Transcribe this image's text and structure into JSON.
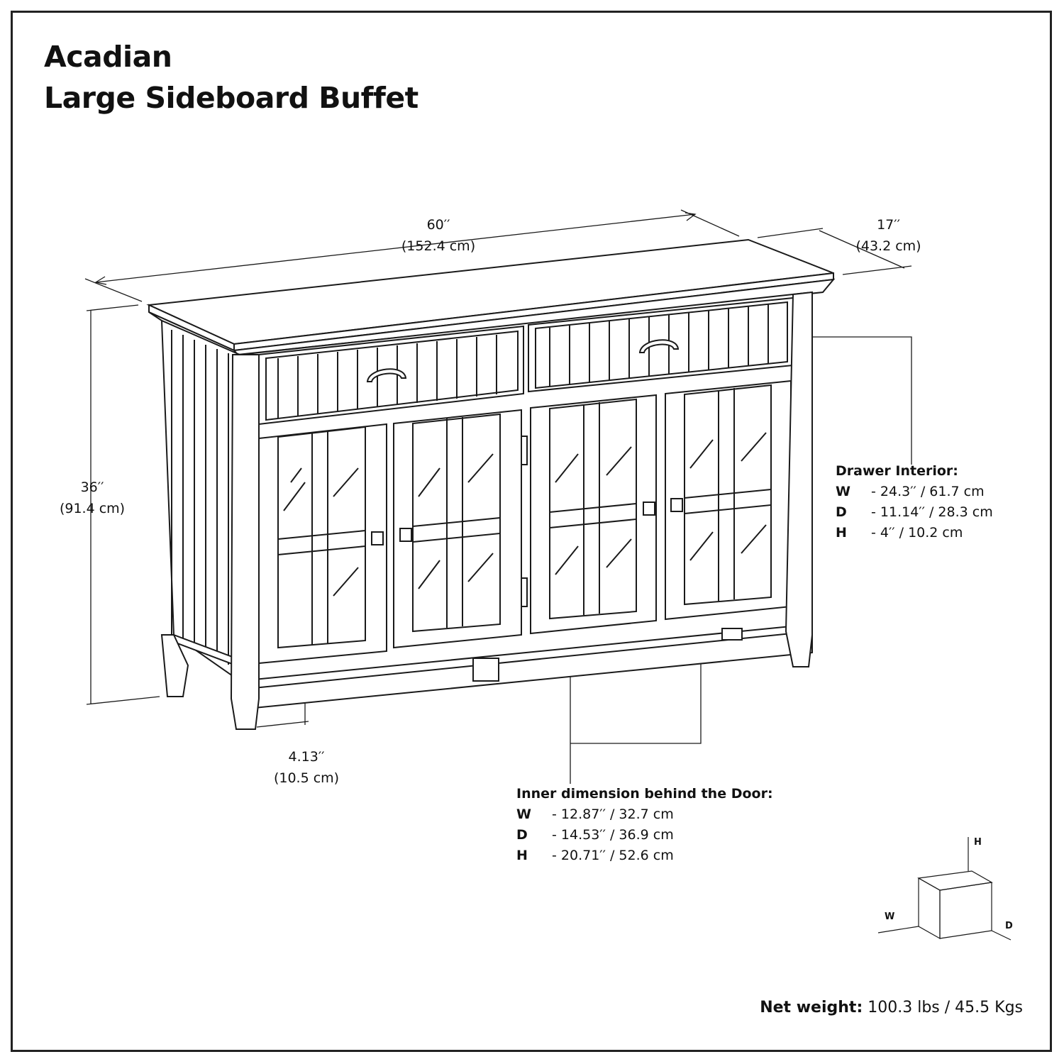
{
  "title": {
    "line1": "Acadian",
    "line2": "Large Sideboard Buffet"
  },
  "dimensions": {
    "width": {
      "imperial": "60′′",
      "metric": "(152.4 cm)"
    },
    "depth": {
      "imperial": "17′′",
      "metric": "(43.2 cm)"
    },
    "height": {
      "imperial": "36′′",
      "metric": "(91.4 cm)"
    },
    "clearance": {
      "imperial": "4.13′′",
      "metric": "(10.5 cm)"
    }
  },
  "drawer_interior": {
    "heading": "Drawer Interior:",
    "rows": [
      {
        "key": "W",
        "value": "- 24.3′′ / 61.7 cm"
      },
      {
        "key": "D",
        "value": "- 11.14′′ / 28.3 cm"
      },
      {
        "key": "H",
        "value": "- 4′′ / 10.2 cm"
      }
    ]
  },
  "door_interior": {
    "heading": "Inner dimension behind the Door:",
    "rows": [
      {
        "key": "W",
        "value": "- 12.87′′ / 32.7 cm"
      },
      {
        "key": "D",
        "value": "- 14.53′′ / 36.9 cm"
      },
      {
        "key": "H",
        "value": "- 20.71′′ / 52.6 cm"
      }
    ]
  },
  "axis_legend": {
    "h": "H",
    "w": "W",
    "d": "D"
  },
  "net_weight": {
    "label": "Net weight:",
    "value": "100.3 lbs / 45.5 Kgs"
  }
}
